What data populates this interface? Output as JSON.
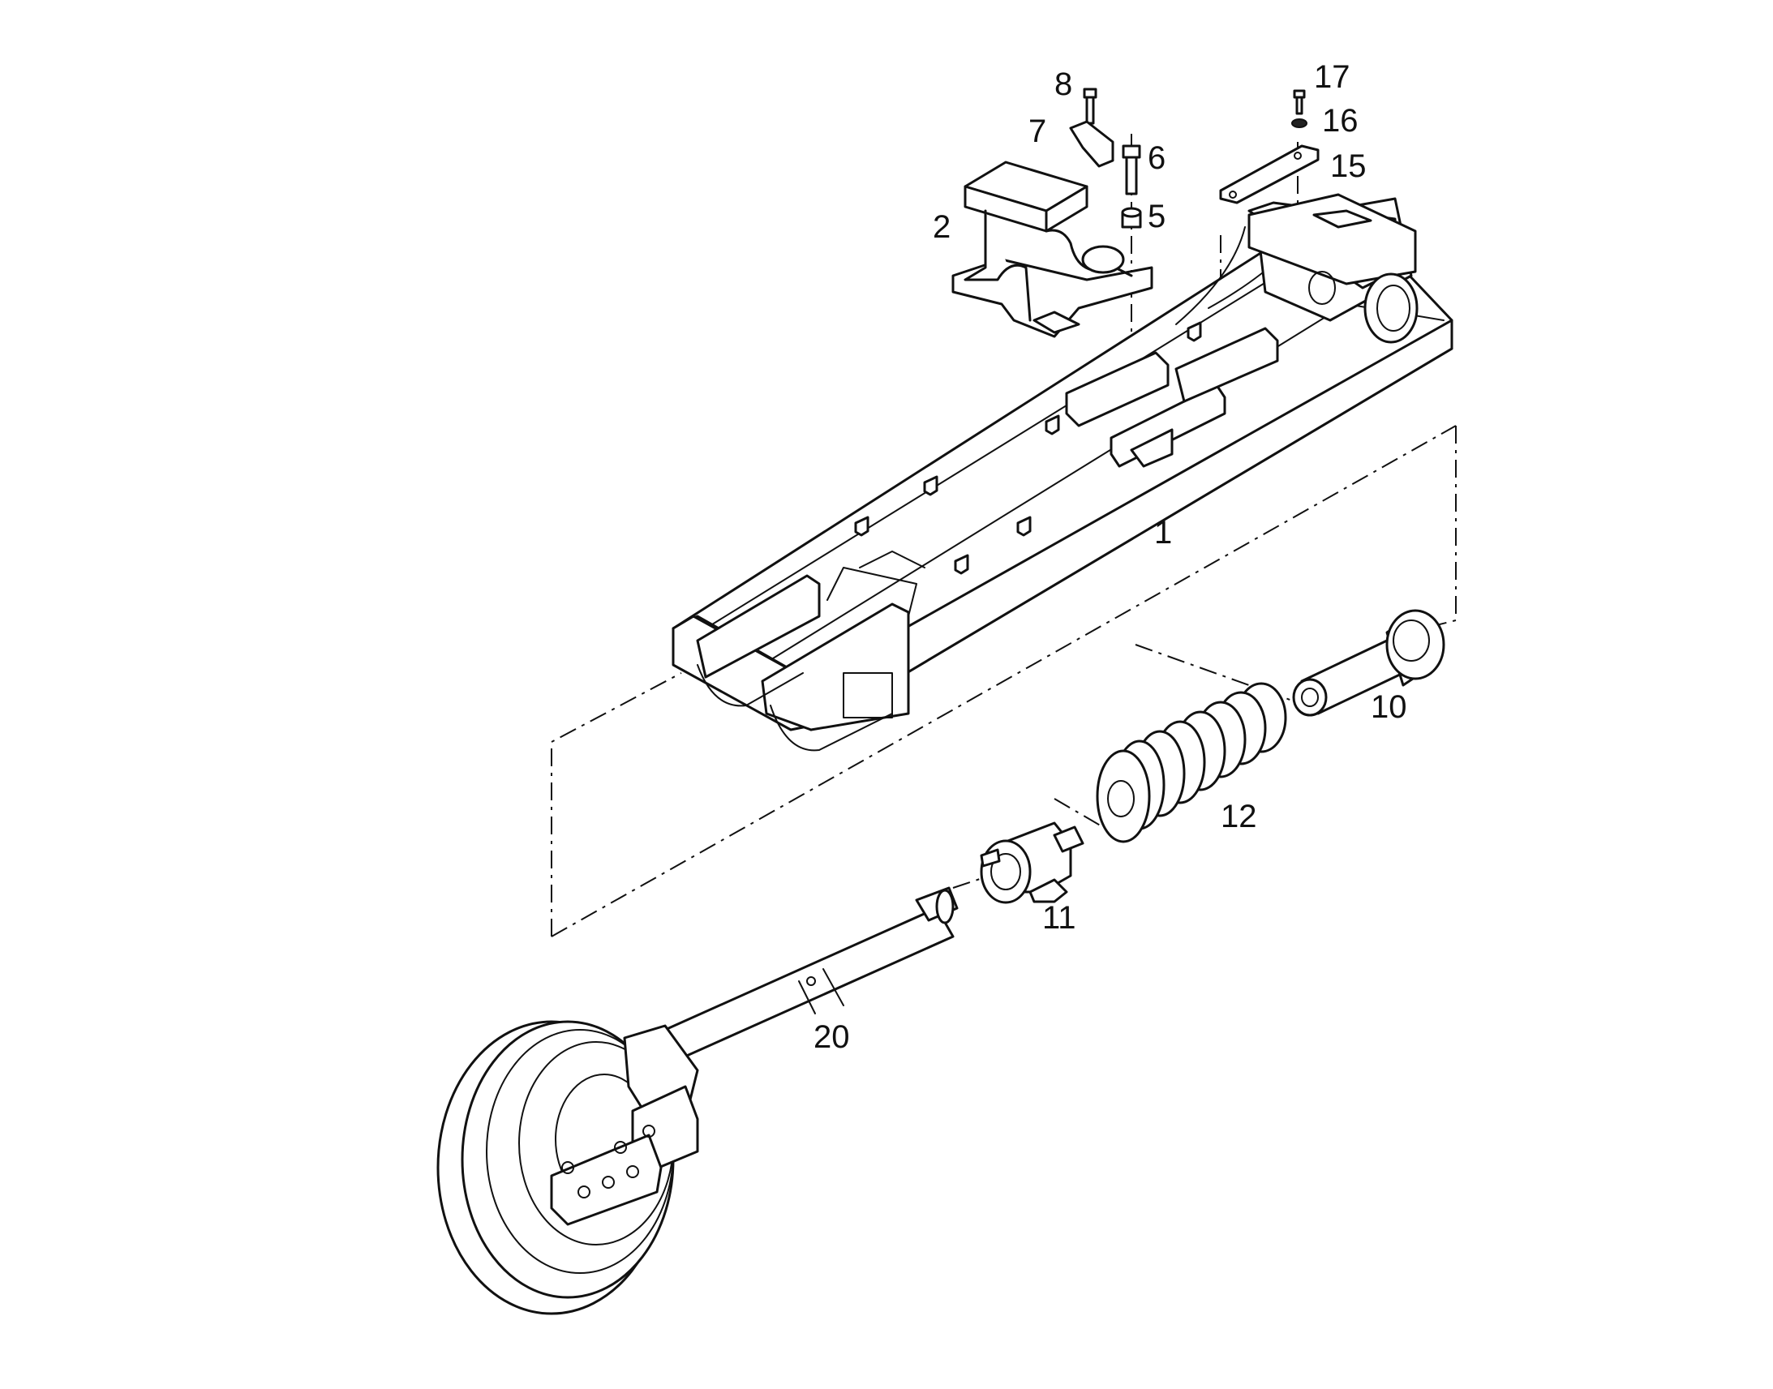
{
  "callouts": {
    "c1": "1",
    "c2": "2",
    "c5": "5",
    "c6": "6",
    "c7": "7",
    "c8": "8",
    "c10": "10",
    "c11": "11",
    "c12": "12",
    "c15": "15",
    "c16": "16",
    "c17": "17",
    "c20": "20"
  },
  "colors": {
    "line": "#111111",
    "background": "#ffffff"
  }
}
